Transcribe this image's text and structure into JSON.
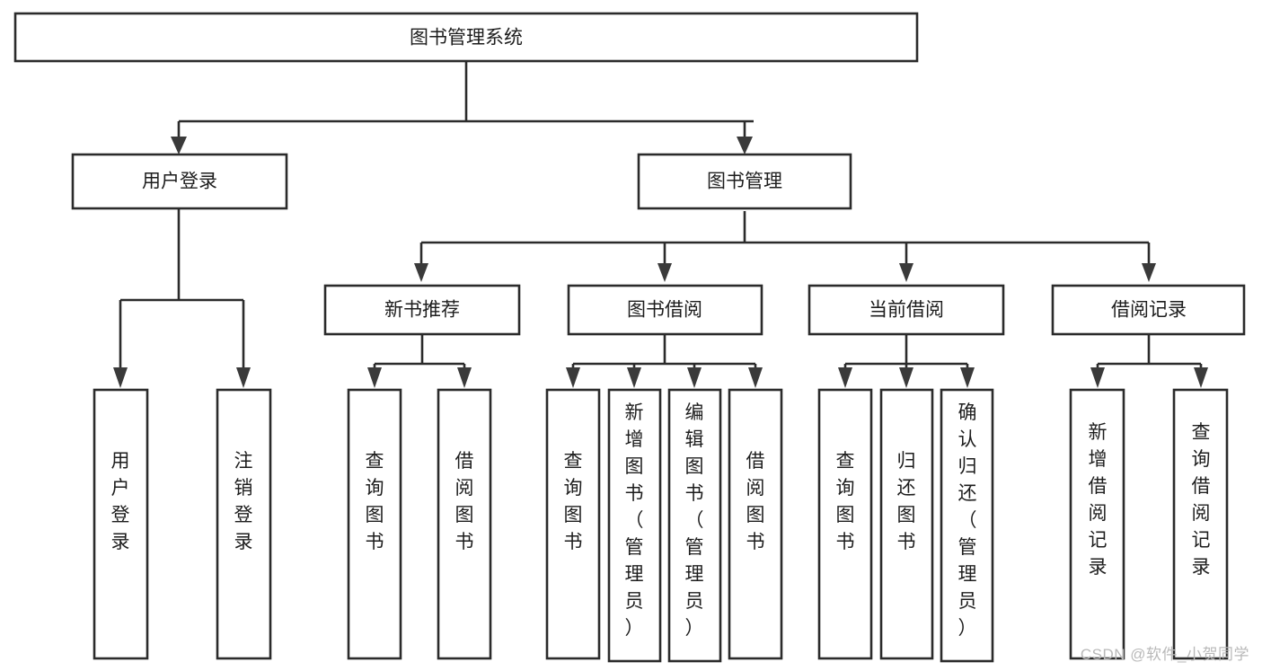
{
  "diagram": {
    "title": "图书管理系统",
    "type": "functional-decomposition-tree",
    "root": {
      "id": "root",
      "label": "图书管理系统",
      "orientation": "horizontal"
    },
    "level2": [
      {
        "id": "user-login",
        "label": "用户登录",
        "orientation": "horizontal"
      },
      {
        "id": "book-management",
        "label": "图书管理",
        "orientation": "horizontal"
      }
    ],
    "level3": [
      {
        "id": "new-book-recommend",
        "label": "新书推荐",
        "orientation": "horizontal",
        "parent": "book-management"
      },
      {
        "id": "book-borrow",
        "label": "图书借阅",
        "orientation": "horizontal",
        "parent": "book-management"
      },
      {
        "id": "current-borrow",
        "label": "当前借阅",
        "orientation": "horizontal",
        "parent": "book-management"
      },
      {
        "id": "borrow-record",
        "label": "借阅记录",
        "orientation": "horizontal",
        "parent": "book-management"
      }
    ],
    "leaves": [
      {
        "id": "leaf-user-login",
        "label": "用户登录",
        "orientation": "vertical",
        "parent": "user-login"
      },
      {
        "id": "leaf-user-logout",
        "label": "注销登录",
        "orientation": "vertical",
        "parent": "user-login"
      },
      {
        "id": "leaf-query-book-1",
        "label": "查询图书",
        "orientation": "vertical",
        "parent": "new-book-recommend"
      },
      {
        "id": "leaf-borrow-book-1",
        "label": "借阅图书",
        "orientation": "vertical",
        "parent": "new-book-recommend"
      },
      {
        "id": "leaf-query-book-2",
        "label": "查询图书",
        "orientation": "vertical",
        "parent": "book-borrow"
      },
      {
        "id": "leaf-add-book",
        "label": "新增图书（管理员）",
        "orientation": "vertical",
        "parent": "book-borrow"
      },
      {
        "id": "leaf-edit-book",
        "label": "编辑图书（管理员）",
        "orientation": "vertical",
        "parent": "book-borrow"
      },
      {
        "id": "leaf-borrow-book-2",
        "label": "借阅图书",
        "orientation": "vertical",
        "parent": "book-borrow"
      },
      {
        "id": "leaf-query-book-3",
        "label": "查询图书",
        "orientation": "vertical",
        "parent": "current-borrow"
      },
      {
        "id": "leaf-return-book",
        "label": "归还图书",
        "orientation": "vertical",
        "parent": "current-borrow"
      },
      {
        "id": "leaf-confirm-return",
        "label": "确认归还（管理员）",
        "orientation": "vertical",
        "parent": "current-borrow"
      },
      {
        "id": "leaf-add-record",
        "label": "新增借阅记录",
        "orientation": "vertical",
        "parent": "borrow-record"
      },
      {
        "id": "leaf-query-record",
        "label": "查询借阅记录",
        "orientation": "vertical",
        "parent": "borrow-record"
      }
    ]
  },
  "watermark": {
    "text": "CSDN @软件_小贺同学"
  },
  "colors": {
    "box_fill": "#ffffff",
    "box_stroke": "#2b2b2b",
    "text": "#1d1d1d",
    "watermark": "#b9b9b9",
    "background": "#ffffff"
  }
}
